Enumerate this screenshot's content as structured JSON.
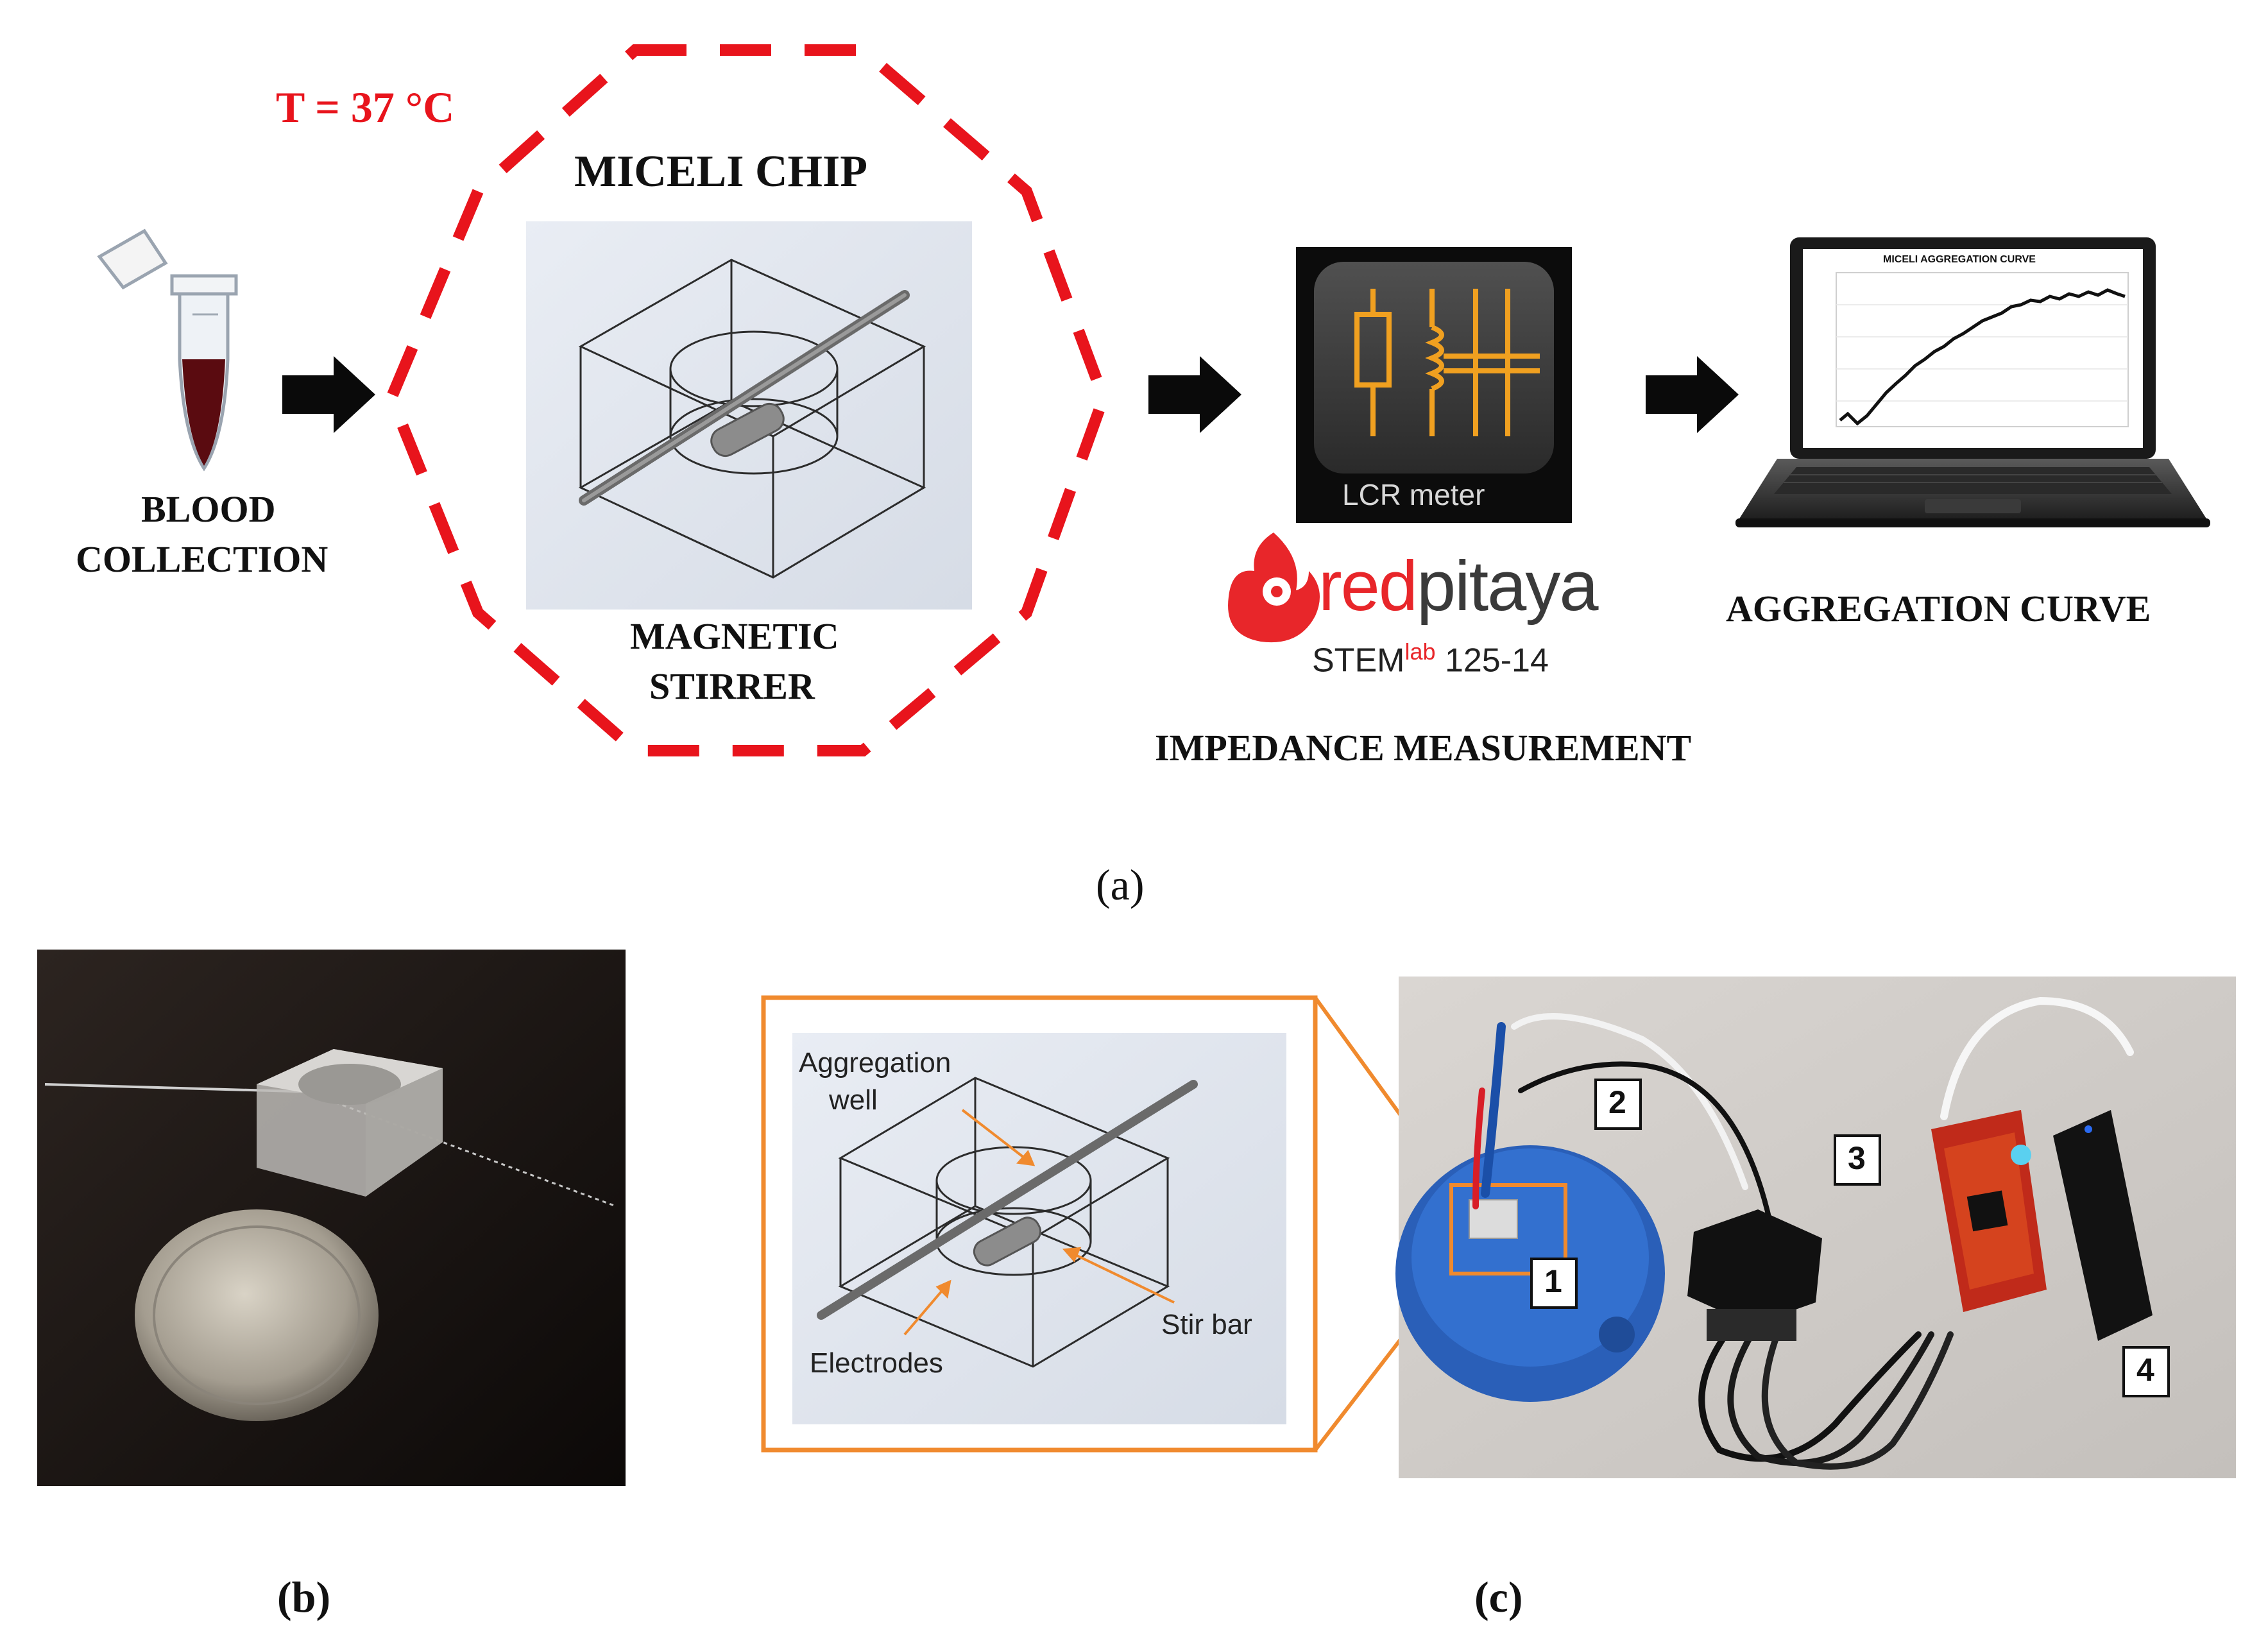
{
  "panel_a": {
    "temperature": "T = 37 °C",
    "chip_title": "MICELI CHIP",
    "stirrer_label_1": "MAGNETIC",
    "stirrer_label_2": "STIRRER",
    "blood_label_1": "BLOOD",
    "blood_label_2": "COLLECTION",
    "lcr_label": "LCR meter",
    "brand_red": "red",
    "brand_dark": "pitaya",
    "stem_prefix": "STEM",
    "stem_sup": "lab",
    "stem_model": "125-14",
    "impedance_label": "IMPEDANCE MEASUREMENT",
    "laptop_chart_title": "MICELI AGGREGATION CURVE",
    "curve_label": "AGGREGATION CURVE",
    "caption": "(a)"
  },
  "panel_b": {
    "caption": "(b)"
  },
  "panel_c": {
    "aggregation_well_1": "Aggregation",
    "aggregation_well_2": "well",
    "stir_bar": "Stir bar",
    "electrodes": "Electrodes",
    "badges": [
      "1",
      "2",
      "3",
      "4"
    ],
    "caption": "(c)"
  },
  "colors": {
    "red_dash": "#e8141c",
    "orange_frame": "#f08a2e",
    "lcr_orange": "#f0a020",
    "blood": "#5a0b10",
    "brand_red": "#e8262a",
    "blue_stirrer": "#2a5fb8"
  }
}
